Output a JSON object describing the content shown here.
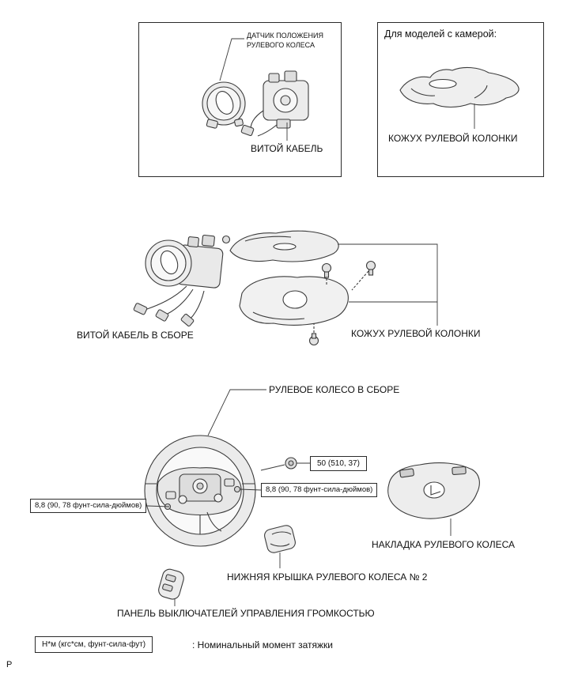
{
  "page": {
    "corner_letter": "P"
  },
  "inset_spiral_cable": {
    "sensor_label": "ДАТЧИК ПОЛОЖЕНИЯ\nРУЛЕВОГО КОЛЕСА",
    "cable_label": "ВИТОЙ КАБЕЛЬ"
  },
  "inset_camera": {
    "title": "Для моделей с камерой:",
    "cover_label": "КОЖУХ РУЛЕВОЙ КОЛОНКИ"
  },
  "middle": {
    "cable_assembly_label": "ВИТОЙ КАБЕЛЬ В СБОРЕ",
    "column_cover_label": "КОЖУХ РУЛЕВОЙ КОЛОНКИ"
  },
  "wheel": {
    "assembly_label": "РУЛЕВОЕ КОЛЕСО В СБОРЕ",
    "torque_center": "50 (510, 37)",
    "torque_side": "8,8 (90, 78 фунт-сила-дюймов)",
    "pad_label": "НАКЛАДКА РУЛЕВОГО КОЛЕСА",
    "lower_cover_label": "НИЖНЯЯ КРЫШКА РУЛЕВОГО КОЛЕСА № 2",
    "switch_panel_label": "ПАНЕЛЬ ВЫКЛЮЧАТЕЛЕЙ УПРАВЛЕНИЯ ГРОМКОСТЬЮ"
  },
  "legend": {
    "unit_box": "Н*м (кгс*см, фунт-сила-фут)",
    "note": ": Номинальный момент затяжки"
  }
}
